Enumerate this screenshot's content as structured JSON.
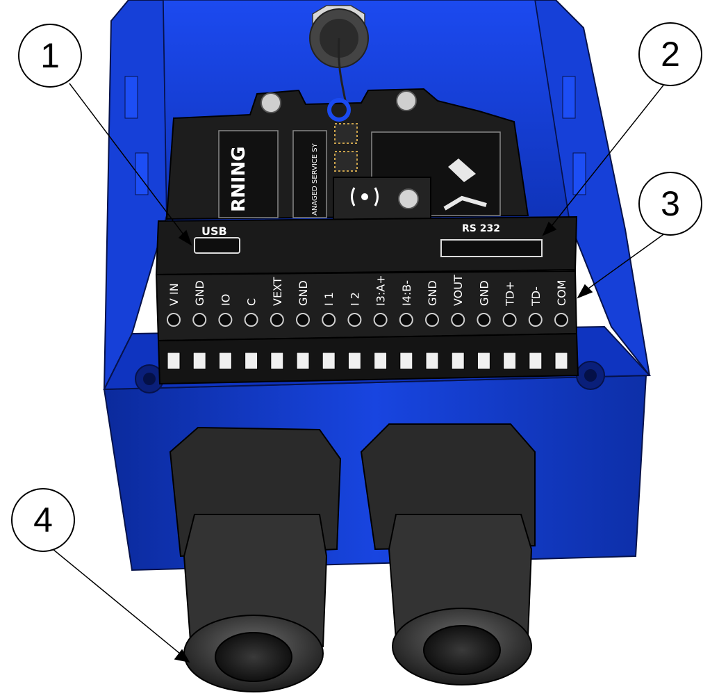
{
  "callouts": [
    {
      "number": "1"
    },
    {
      "number": "2"
    },
    {
      "number": "3"
    },
    {
      "number": "4"
    }
  ],
  "board": {
    "warning_text": "RNING",
    "warning_small_1": "...",
    "service_text": "ANAGED SERVICE SY",
    "usb_label": "USB",
    "rs232_label": "RS 232",
    "terminal_labels": [
      "V IN",
      "GND",
      "IO",
      "C",
      "VEXT",
      "GND",
      "I 1",
      "I 2",
      "I3:A+",
      "I4:B-",
      "GND",
      "VOUT",
      "GND",
      "TD+",
      "TD-",
      "COM"
    ]
  },
  "colors": {
    "enclosure": "#1238c8",
    "enclosure_dark": "#0a1f7a",
    "board": "#1a1a1a",
    "label_bg": "#0d0d0d"
  }
}
